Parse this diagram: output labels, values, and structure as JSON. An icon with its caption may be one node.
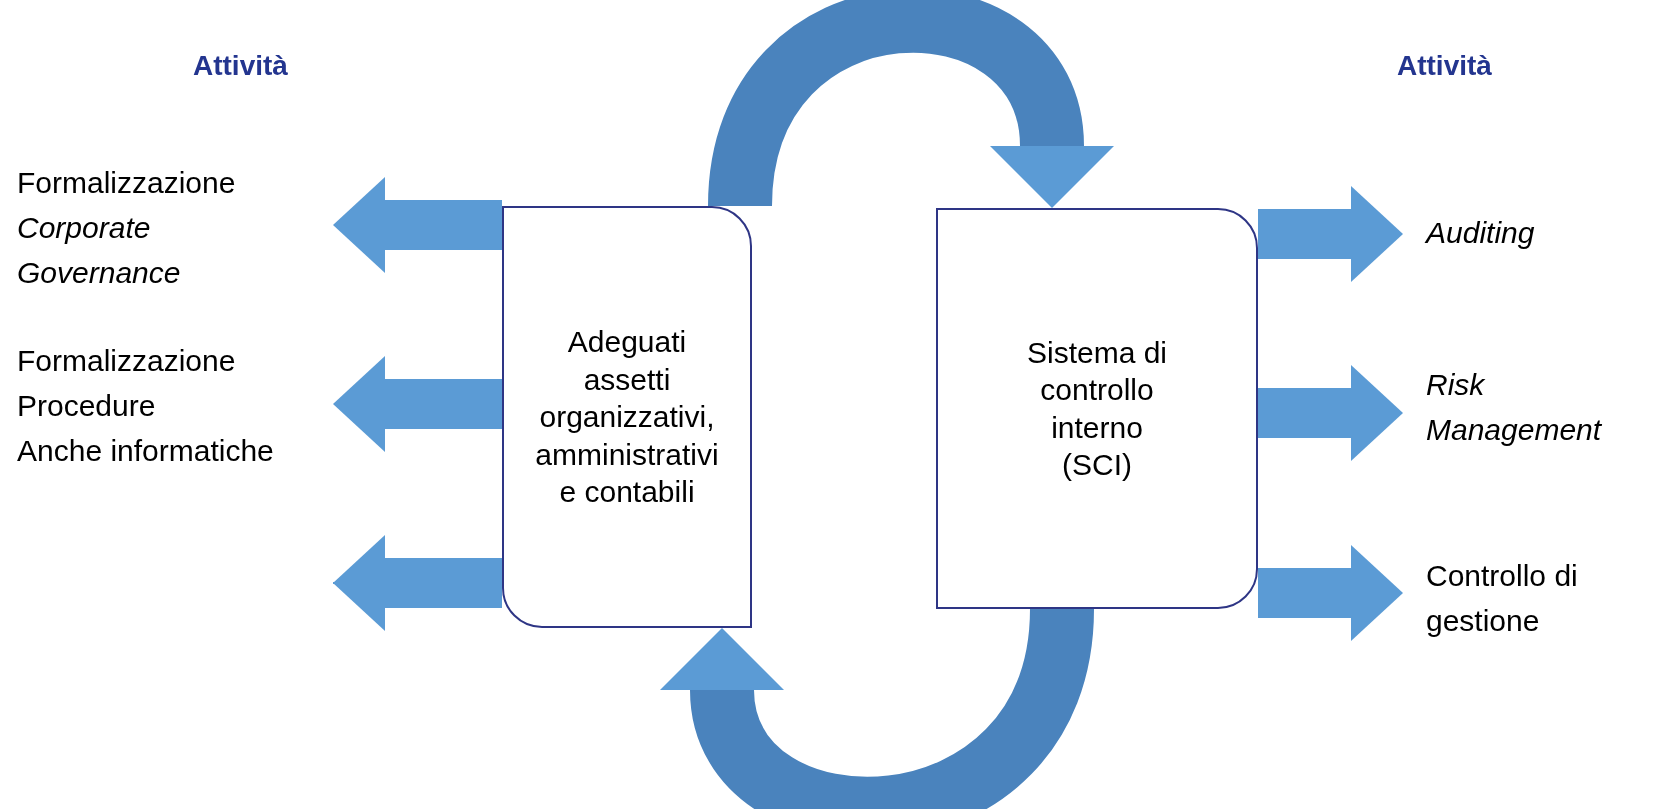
{
  "diagram": {
    "nodes": [
      {
        "text": [
          "Adeguati assetti organizzativi, amministrativi e contabili"
        ]
      },
      {
        "text": [
          "Sistema di controllo interno (SCI)"
        ]
      },
      {
        "text": [
          "Formalizzazione",
          "Corporate Governance"
        ]
      },
      {
        "text": [
          "Formalizzazione",
          "Procedure",
          "Anche informatiche"
        ]
      },
      {
        "text": [
          "Auditing"
        ]
      },
      {
        "text": [
          "Risk Management"
        ]
      },
      {
        "text": [
          "Controllo di gestione"
        ]
      }
    ],
    "edges": [
      {
        "from": 0,
        "to": 1,
        "arrow": "to"
      },
      {
        "from": 1,
        "to": 0,
        "arrow": "to"
      },
      {
        "from": 0,
        "to": 2,
        "arrow": "to"
      },
      {
        "from": 0,
        "to": 3,
        "arrow": "to"
      },
      {
        "from": 0,
        "to": null,
        "arrow": "to"
      },
      {
        "from": 1,
        "to": 4,
        "arrow": "to"
      },
      {
        "from": 1,
        "to": 5,
        "arrow": "to"
      },
      {
        "from": 1,
        "to": 6,
        "arrow": "to"
      }
    ],
    "labels": [
      "Attività",
      "Attività"
    ]
  }
}
